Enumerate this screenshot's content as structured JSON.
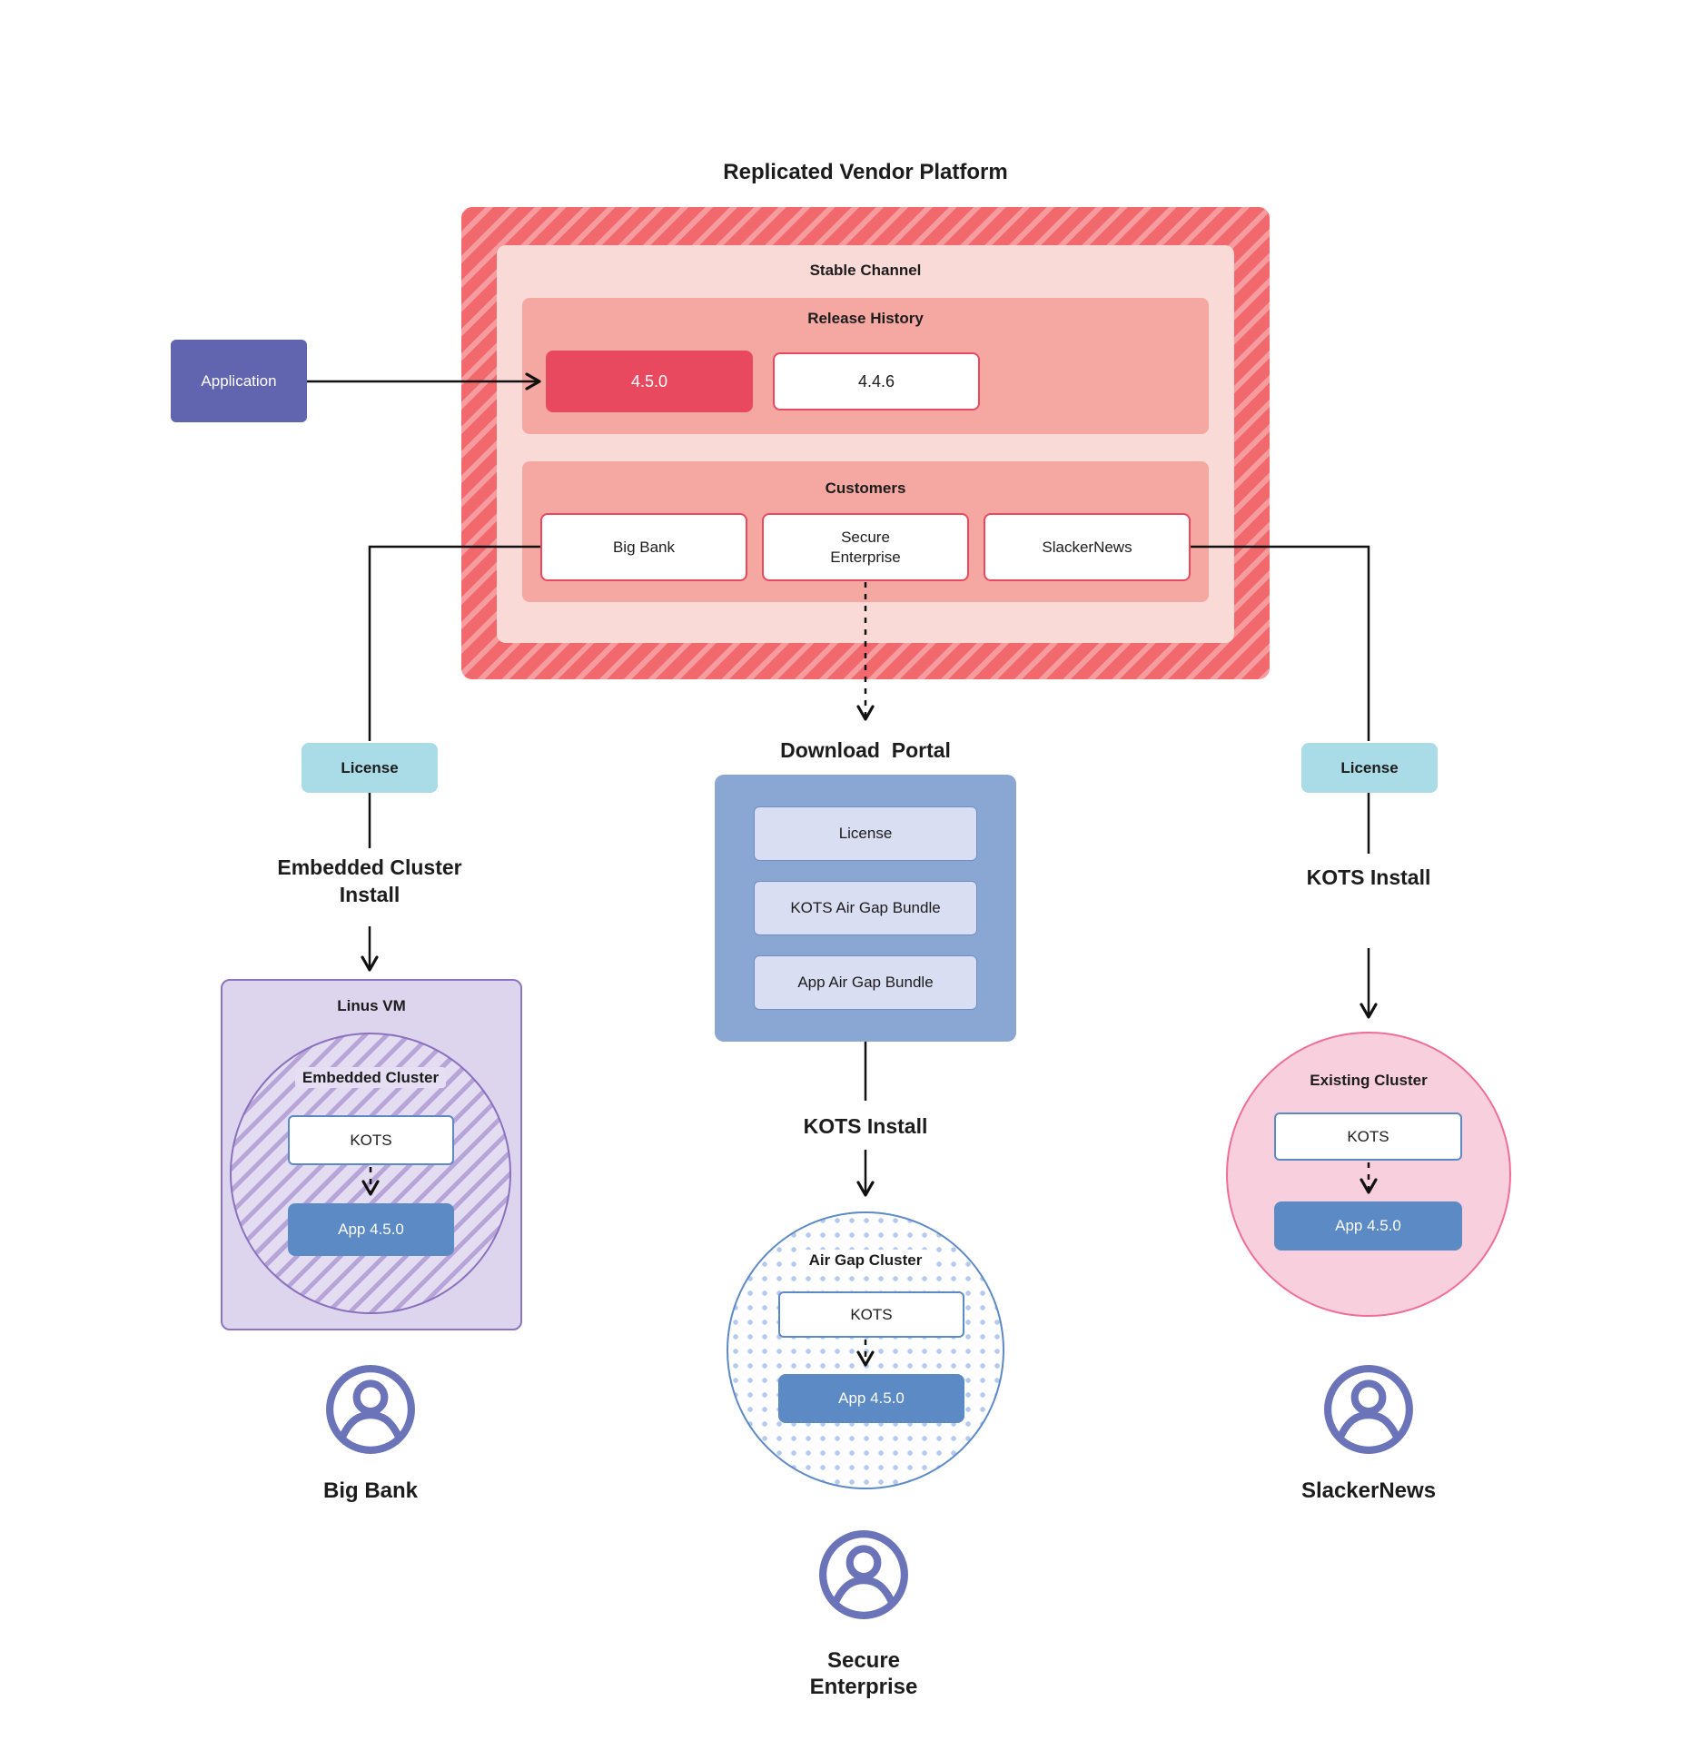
{
  "title": "Replicated Vendor Platform",
  "application": {
    "label": "Application"
  },
  "platform": {
    "stable_channel_label": "Stable Channel",
    "release_history": {
      "label": "Release History",
      "current_release": "4.5.0",
      "previous_release": "4.4.6"
    },
    "customers": {
      "label": "Customers",
      "items": [
        "Big Bank",
        "Secure Enterprise",
        "SlackerNews"
      ]
    }
  },
  "left_flow": {
    "license_label": "License",
    "install_label": "Embedded Cluster Install",
    "vm_label": "Linus VM",
    "cluster_label": "Embedded Cluster",
    "kots_label": "KOTS",
    "app_label": "App 4.5.0",
    "user_label": "Big Bank"
  },
  "middle_flow": {
    "portal_label": "Download  Portal",
    "portal_items": [
      "License",
      "KOTS Air Gap Bundle",
      "App Air Gap Bundle"
    ],
    "install_label": "KOTS Install",
    "cluster_label": "Air Gap Cluster",
    "kots_label": "KOTS",
    "app_label": "App 4.5.0",
    "user_label": "Secure Enterprise"
  },
  "right_flow": {
    "license_label": "License",
    "install_label": "KOTS Install",
    "cluster_label": "Existing Cluster",
    "kots_label": "KOTS",
    "app_label": "App 4.5.0",
    "user_label": "SlackerNews"
  },
  "colors": {
    "platform_hatch_red": "#f2696d",
    "stable_pink": "#fadad7",
    "section_salmon": "#f5a8a2",
    "release_red": "#e8495e",
    "application_indigo": "#6164ae",
    "license_teal": "#a9dce6",
    "portal_blue": "#8aa7d4",
    "portal_item_blue": "#d9def2",
    "app_blue": "#5c8ac5",
    "vm_purple": "#ddd5ed",
    "cluster_purple_stripe": "#b7a4d9",
    "existing_pink": "#f8cfdc",
    "existing_border_pink": "#ef6e98",
    "user_icon_purple": "#6b74b8",
    "connector_black": "#111111"
  }
}
